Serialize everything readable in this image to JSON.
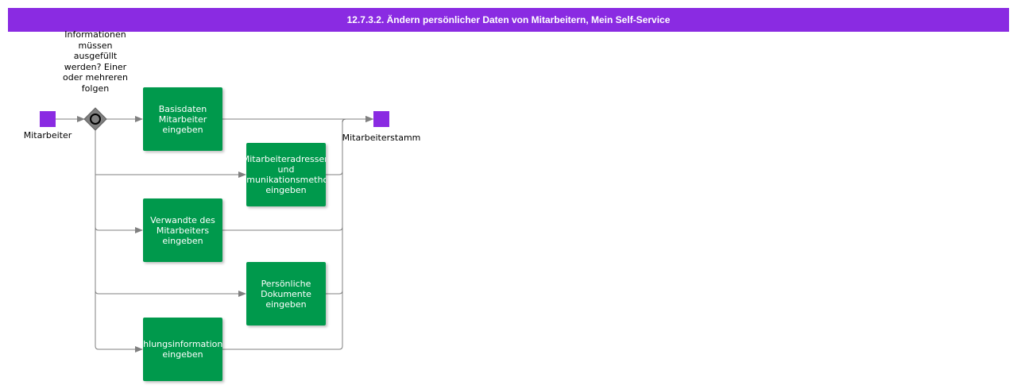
{
  "header": {
    "title": "12.7.3.2. Ändern persönlicher Daten von Mitarbeitern, Mein Self-Service"
  },
  "start_event": {
    "label": "Mitarbeiter"
  },
  "end_event": {
    "label": "Mitarbeiterstamm"
  },
  "gateway": {
    "label": "Informationen müssen ausgefüllt werden? Einer oder mehreren folgen"
  },
  "tasks": [
    {
      "label": "Basisdaten\nMitarbeiter\neingeben"
    },
    {
      "label": "Mitarbeiteradressen\nund\nKommunikationsmethoden\neingeben"
    },
    {
      "label": "Verwandte des\nMitarbeiters\neingeben"
    },
    {
      "label": "Persönliche\nDokumente\neingeben"
    },
    {
      "label": "Zahlungsinformationen\neingeben"
    }
  ],
  "colors": {
    "header": "#8a2be2",
    "event": "#8a2be2",
    "task": "#00994c",
    "gateway": "#808080",
    "connector": "#808080"
  }
}
